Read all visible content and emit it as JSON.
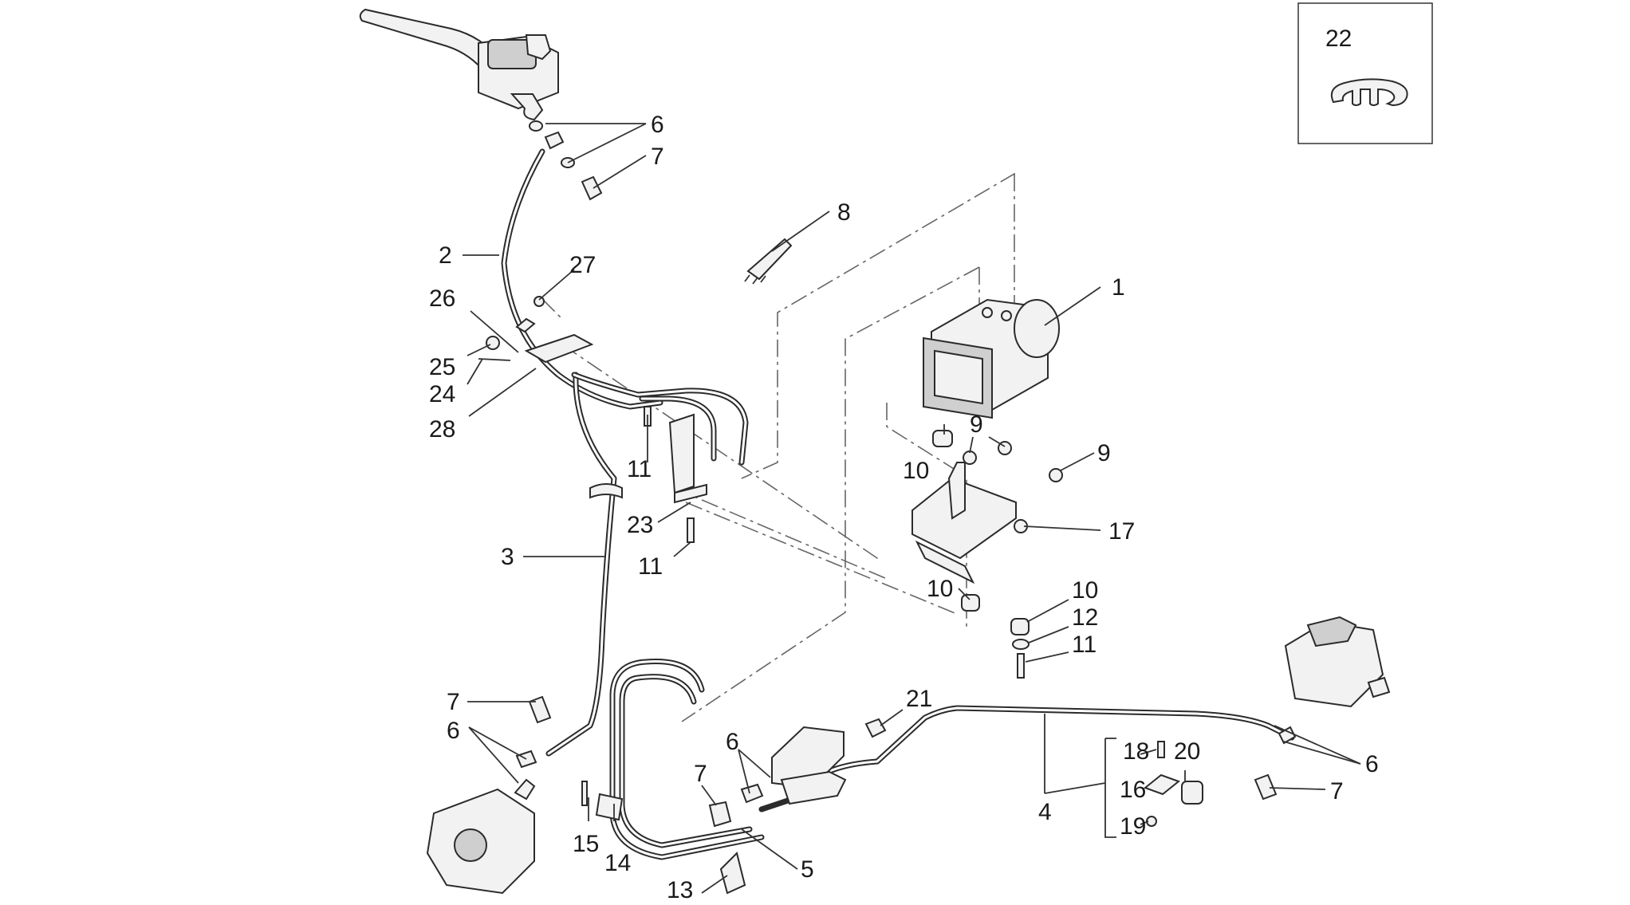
{
  "diagram": {
    "inset_label": "22",
    "callouts": [
      {
        "id": "c-1",
        "text": "1"
      },
      {
        "id": "c-2",
        "text": "2"
      },
      {
        "id": "c-3",
        "text": "3"
      },
      {
        "id": "c-4",
        "text": "4"
      },
      {
        "id": "c-5",
        "text": "5"
      },
      {
        "id": "c-6a",
        "text": "6"
      },
      {
        "id": "c-6b",
        "text": "6"
      },
      {
        "id": "c-6c",
        "text": "6"
      },
      {
        "id": "c-6d",
        "text": "6"
      },
      {
        "id": "c-7a",
        "text": "7"
      },
      {
        "id": "c-7b",
        "text": "7"
      },
      {
        "id": "c-7c",
        "text": "7"
      },
      {
        "id": "c-7d",
        "text": "7"
      },
      {
        "id": "c-8",
        "text": "8"
      },
      {
        "id": "c-9a",
        "text": "9"
      },
      {
        "id": "c-9b",
        "text": "9"
      },
      {
        "id": "c-10a",
        "text": "10"
      },
      {
        "id": "c-10b",
        "text": "10"
      },
      {
        "id": "c-10c",
        "text": "10"
      },
      {
        "id": "c-11a",
        "text": "11"
      },
      {
        "id": "c-11b",
        "text": "11"
      },
      {
        "id": "c-11c",
        "text": "11"
      },
      {
        "id": "c-12",
        "text": "12"
      },
      {
        "id": "c-13",
        "text": "13"
      },
      {
        "id": "c-14",
        "text": "14"
      },
      {
        "id": "c-15",
        "text": "15"
      },
      {
        "id": "c-16",
        "text": "16"
      },
      {
        "id": "c-17",
        "text": "17"
      },
      {
        "id": "c-18",
        "text": "18"
      },
      {
        "id": "c-19",
        "text": "19"
      },
      {
        "id": "c-20",
        "text": "20"
      },
      {
        "id": "c-21",
        "text": "21"
      },
      {
        "id": "c-23",
        "text": "23"
      },
      {
        "id": "c-24",
        "text": "24"
      },
      {
        "id": "c-25",
        "text": "25"
      },
      {
        "id": "c-26",
        "text": "26"
      },
      {
        "id": "c-27",
        "text": "27"
      },
      {
        "id": "c-28",
        "text": "28"
      }
    ]
  }
}
